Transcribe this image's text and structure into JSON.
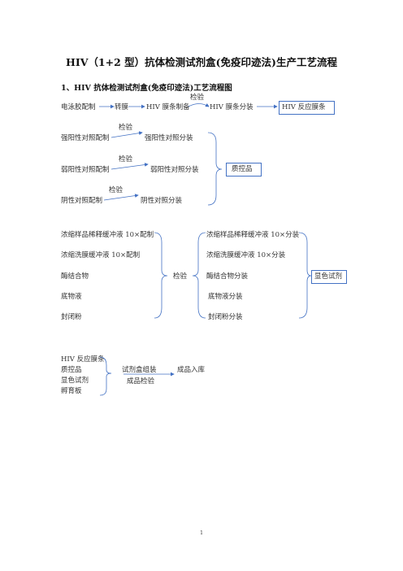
{
  "doc": {
    "title": "HIV（1+2 型）抗体检测试剂盒(免疫印迹法)生产工艺流程",
    "section_heading": "1、HIV 抗体检测试剂盒(免疫印迹法)工艺流程图",
    "page_number": "1"
  },
  "flow1": {
    "step1": "电泳胶配制",
    "step2": "转膜",
    "step3": "HIV 膜条制备",
    "step4": "HIV 膜条分装",
    "inspect": "检验",
    "result": "HIV 反应膜条"
  },
  "flow2": {
    "rows": [
      {
        "from": "强阳性对照配制",
        "inspect": "检验",
        "to": "强阳性对照分装"
      },
      {
        "from": "弱阳性对照配制",
        "inspect": "检验",
        "to": "弱阳性对照分装"
      },
      {
        "from": "阴性对照配制",
        "inspect": "检验",
        "to": "阴性对照分装"
      }
    ],
    "result": "质控品"
  },
  "flow3": {
    "left": [
      "浓缩样品稀释缓冲液 10×配制",
      "浓缩洗膜缓冲液 10×配制",
      "酶结合物",
      "底物液",
      "封闭粉"
    ],
    "inspect": "检验",
    "right": [
      "浓缩样品稀释缓冲液 10×分装",
      "浓缩洗膜缓冲液 10×分装",
      "酶结合物分装",
      "底物液分装",
      "封闭粉分装"
    ],
    "result": "显色试剂"
  },
  "flow4": {
    "inputs": [
      "HIV 反应膜条",
      "质控品",
      "显色试剂",
      "孵育板"
    ],
    "assembly": "试剂盒组装",
    "inspect": "成品检验",
    "result": "成品入库"
  },
  "colors": {
    "arrow": "#4472c4",
    "box_border": "#4472c4"
  }
}
